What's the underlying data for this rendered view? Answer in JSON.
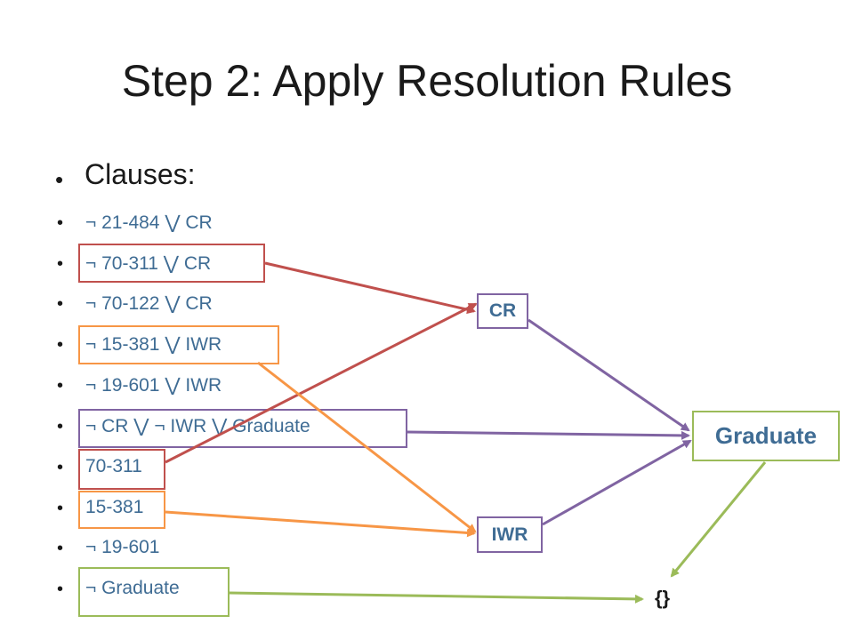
{
  "title": "Step 2: Apply Resolution Rules",
  "main_bullet": "Clauses:",
  "clauses": [
    "¬ 21-484 ⋁ CR",
    "¬ 70-311 ⋁ CR",
    "¬ 70-122 ⋁ CR",
    "¬ 15-381 ⋁ IWR",
    "¬ 19-601 ⋁ IWR",
    "¬ CR ⋁ ¬ IWR ⋁ Graduate",
    "70-311",
    "15-381",
    "¬ 19-601",
    "¬ Graduate"
  ],
  "nodes": {
    "cr": "CR",
    "iwr": "IWR",
    "graduate": "Graduate",
    "empty": "{}"
  },
  "colors": {
    "red": "#c0504d",
    "orange": "#f79646",
    "purple": "#8064a2",
    "green": "#9bbb59",
    "text": "#3f6c94"
  }
}
